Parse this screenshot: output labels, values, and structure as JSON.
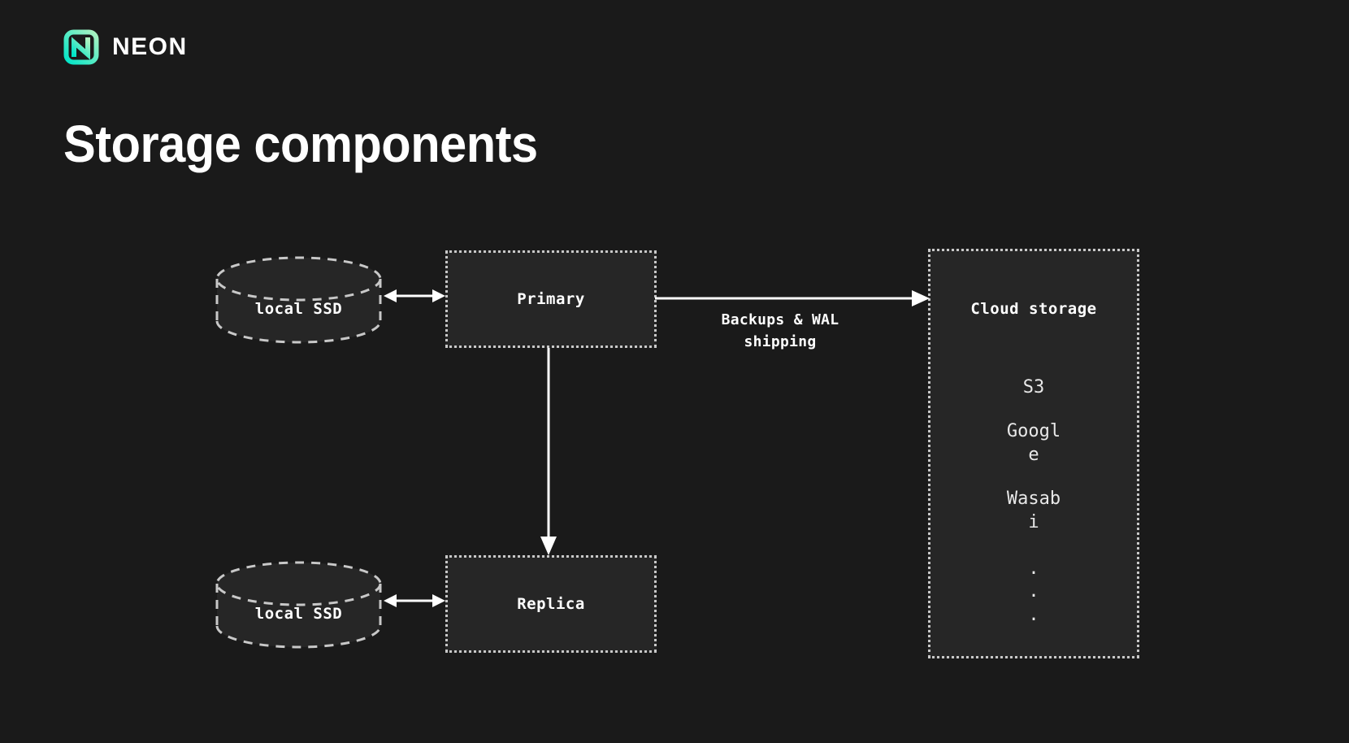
{
  "brand": {
    "logo_icon": "neon-logo-icon",
    "wordmark": "NEON",
    "accent_start": "#00e0c0",
    "accent_end": "#a6f0bf"
  },
  "title": "Storage components",
  "theme": {
    "background": "#1a1a1a",
    "node_fill": "#262626",
    "border": "#c8c8c8",
    "text": "#ffffff"
  },
  "diagram": {
    "type": "architecture-diagram",
    "nodes": [
      {
        "id": "local-ssd-primary",
        "shape": "cylinder",
        "label": "local SSD"
      },
      {
        "id": "primary",
        "shape": "box",
        "label": "Primary"
      },
      {
        "id": "local-ssd-replica",
        "shape": "cylinder",
        "label": "local SSD"
      },
      {
        "id": "replica",
        "shape": "box",
        "label": "Replica"
      },
      {
        "id": "cloud-storage",
        "shape": "box",
        "label": "Cloud storage"
      }
    ],
    "cloud_storage": {
      "title": "Cloud storage",
      "vendors": [
        "S3",
        "Google",
        "Wasabi"
      ],
      "ellipsis": [
        ".",
        ".",
        "."
      ]
    },
    "edges": [
      {
        "id": "ssd-primary",
        "from": "local-ssd-primary",
        "to": "primary",
        "arrow": "double",
        "label": ""
      },
      {
        "id": "ssd-replica",
        "from": "local-ssd-replica",
        "to": "replica",
        "arrow": "double",
        "label": ""
      },
      {
        "id": "primary-cloud",
        "from": "primary",
        "to": "cloud-storage",
        "arrow": "single",
        "label_line1": "Backups & WAL",
        "label_line2": "shipping"
      },
      {
        "id": "primary-replica",
        "from": "primary",
        "to": "replica",
        "arrow": "single",
        "label": ""
      }
    ]
  }
}
